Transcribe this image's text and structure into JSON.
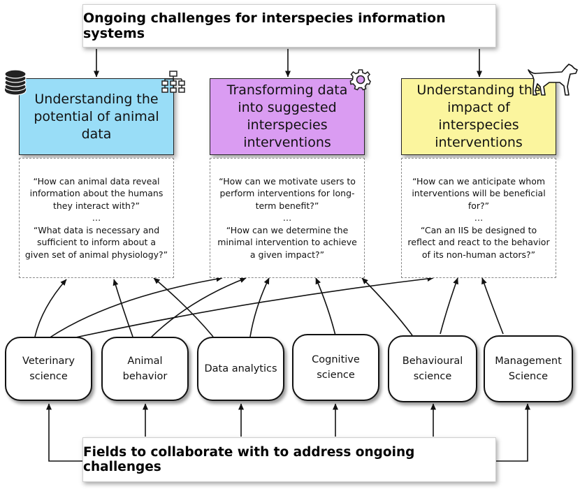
{
  "top_banner": {
    "title": "Ongoing challenges for interspecies information systems"
  },
  "challenges": [
    {
      "title": "Understanding the potential of animal data",
      "color": "#99ddf7",
      "icon": "database-icon, hierarchy-icon"
    },
    {
      "title": "Transforming data into suggested interspecies interventions",
      "color": "#da9cf2",
      "icon": "gear-icon"
    },
    {
      "title": "Understanding the impact of interspecies interventions",
      "color": "#fbf59e",
      "icon": "dog-icon"
    }
  ],
  "questions": [
    {
      "q1": "“How can animal data reveal information about the humans they interact with?”",
      "sep": "…",
      "q2": "“What data is necessary and sufficient to inform about a given set of animal physiology?”"
    },
    {
      "q1": "“How can we motivate users to perform interventions for long-term benefit?”",
      "sep": "…",
      "q2": "“How can we determine the minimal intervention to achieve a given impact?”"
    },
    {
      "q1": "“How can we anticipate whom interventions will be beneficial for?”",
      "sep": "…",
      "q2": "“Can an IIS be designed to reflect and react to the behavior of its non-human actors?”"
    }
  ],
  "fields": [
    {
      "label": "Veterinary science"
    },
    {
      "label": "Animal behavior"
    },
    {
      "label": "Data analytics"
    },
    {
      "label": "Cognitive science"
    },
    {
      "label": "Behavioural science"
    },
    {
      "label": "Management Science"
    }
  ],
  "bottom_banner": {
    "title": "Fields to collaborate with to address ongoing challenges"
  }
}
